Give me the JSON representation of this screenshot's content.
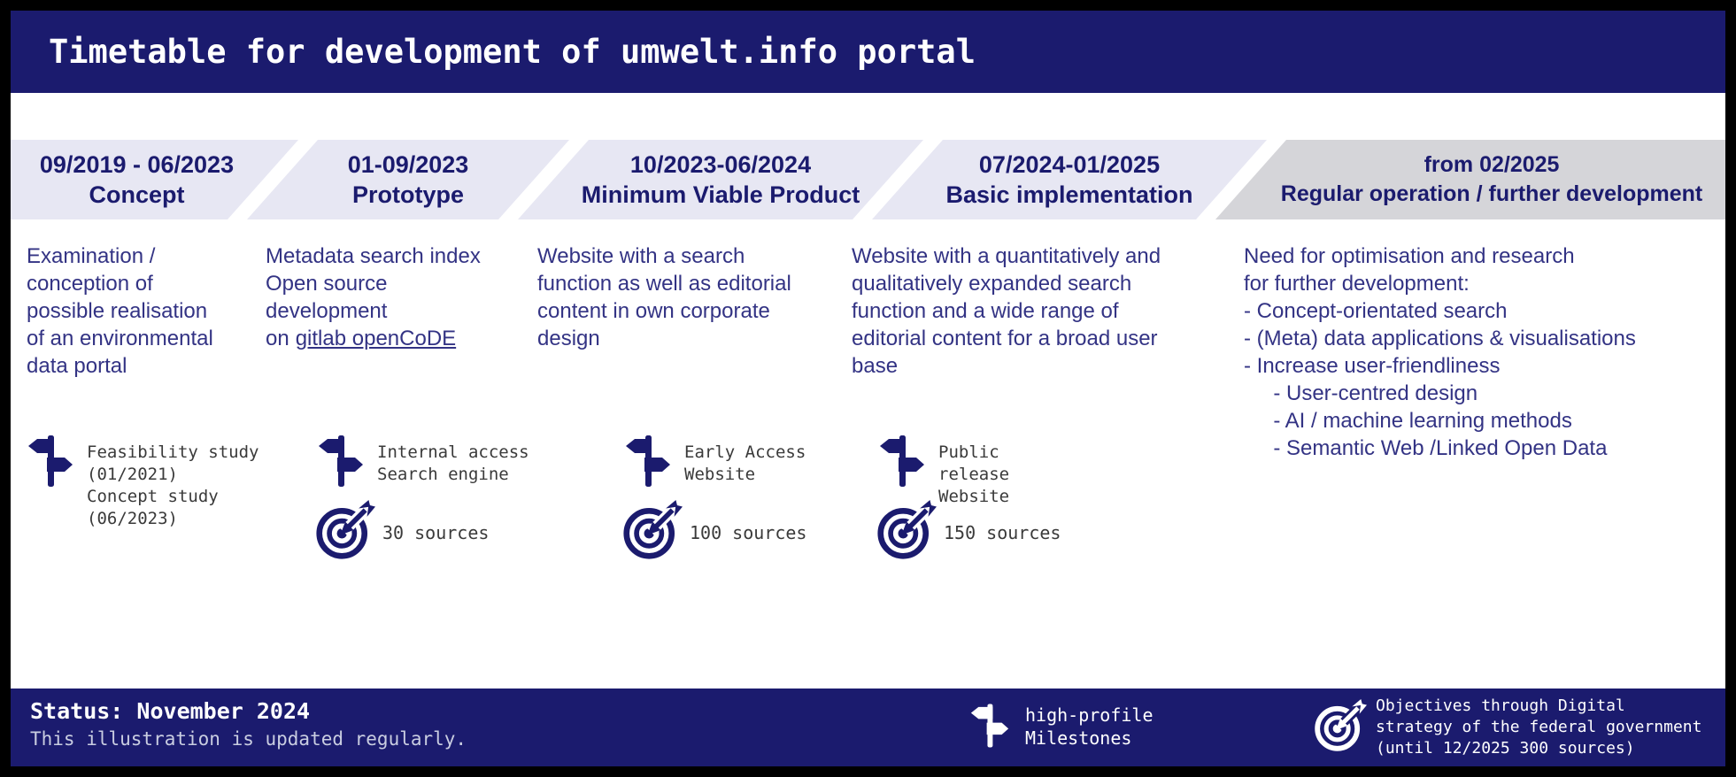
{
  "title": "Timetable for development of umwelt.info portal",
  "phases": [
    {
      "period": "09/2019 - 06/2023",
      "name": "Concept",
      "description": "Examination /\nconception of\npossible realisation\nof an environmental\ndata portal",
      "milestone": "Feasibility study\n(01/2021)\nConcept study\n(06/2023)"
    },
    {
      "period": "01-09/2023",
      "name": "Prototype",
      "description": "Metadata search index\nOpen source\ndevelopment",
      "link_prefix": "on",
      "link_label": "gitlab openCoDE",
      "milestone": "Internal access\nSearch engine",
      "sources": "30 sources"
    },
    {
      "period": "10/2023-06/2024",
      "name": "Minimum Viable Product",
      "description": "Website with a search\nfunction as well as editorial\ncontent in own corporate\ndesign",
      "milestone": "Early Access\nWebsite",
      "sources": "100 sources"
    },
    {
      "period": "07/2024-01/2025",
      "name": "Basic implementation",
      "description": "Website with a quantitatively and\nqualitatively expanded search\nfunction and a wide range of\neditorial content for a broad user\nbase",
      "milestone": "Public\nrelease\nWebsite",
      "sources": "150 sources"
    },
    {
      "period": "from 02/2025",
      "name": "Regular operation / further development",
      "description": "Need for optimisation and research\nfor further development:\n- Concept-orientated search\n- (Meta) data applications & visualisations\n- Increase user-friendliness\n     - User-centred design\n     - AI / machine learning methods\n     - Semantic Web /Linked Open Data"
    }
  ],
  "footer": {
    "status": "Status: November 2024",
    "note": "This illustration is updated regularly.",
    "milestones_legend": "high-profile\nMilestones",
    "objectives_legend": "Objectives through Digital\nstrategy of the federal government\n(until 12/2025 300 sources)"
  },
  "icons": {
    "milestone": "signpost-icon",
    "objective": "target-arrow-icon"
  },
  "colors": {
    "navy": "#1b1b6e",
    "phase_header_bg": "#e7e7f3",
    "phase_header_last_bg": "#d5d5d9",
    "body_text": "#333384",
    "milestone_text": "#3a3a3a"
  }
}
